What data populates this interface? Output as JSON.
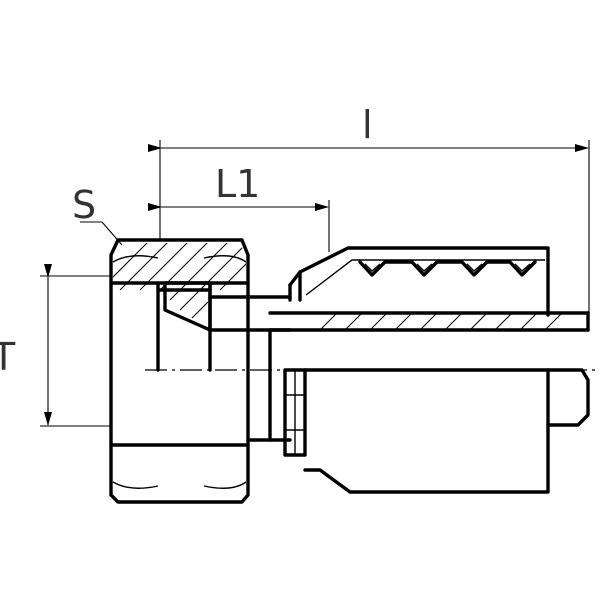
{
  "labels": {
    "overall_length": "l",
    "length_1": "L1",
    "wrench_size": "S",
    "thread": "T"
  }
}
